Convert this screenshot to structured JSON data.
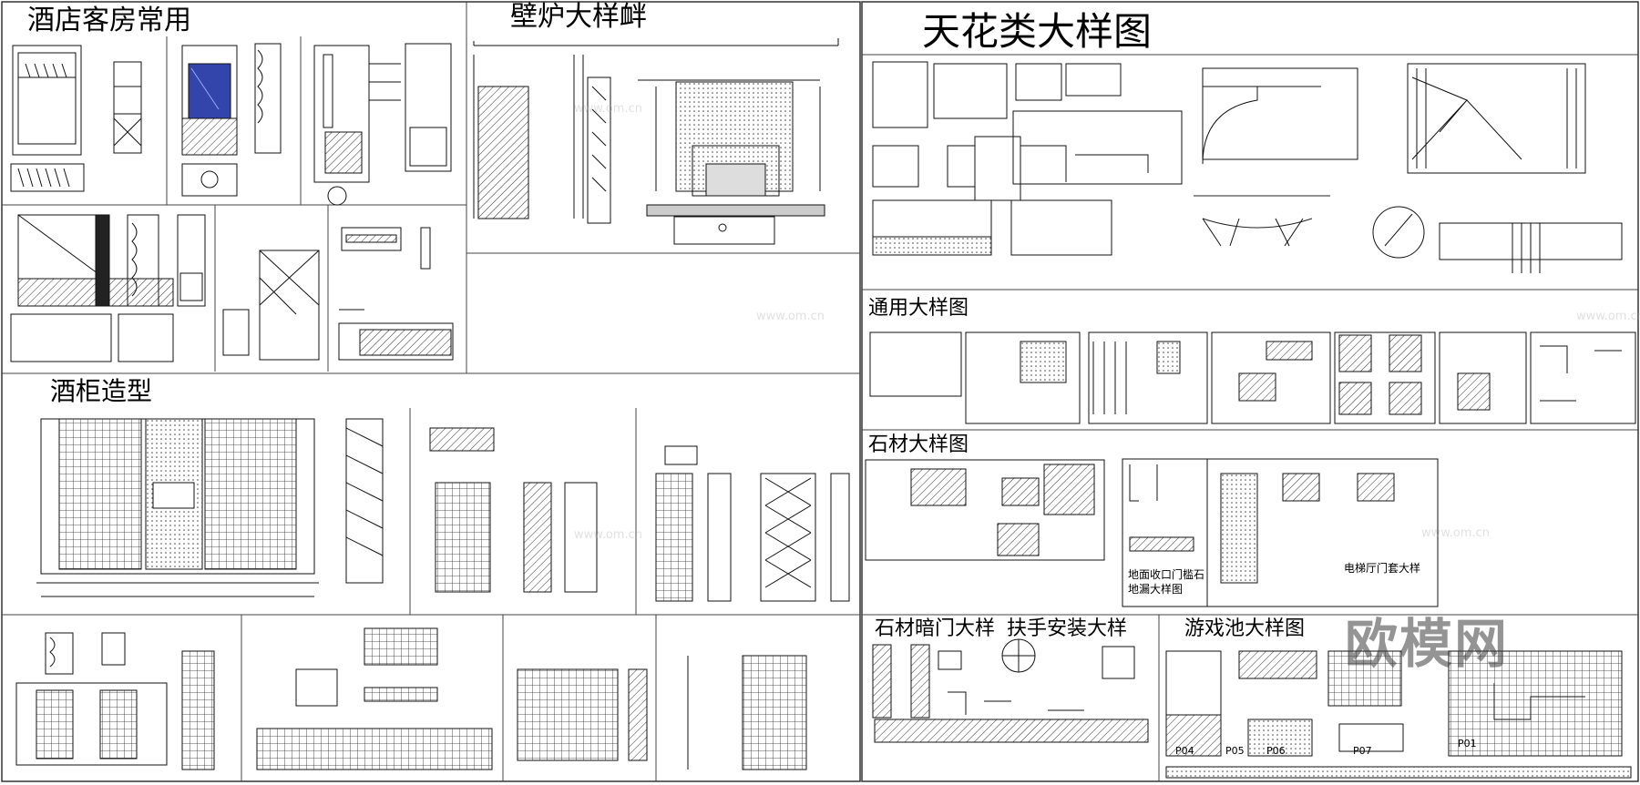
{
  "sections": {
    "hotel_room": "酒店客房常用",
    "fireplace": "壁炉大样衅",
    "ceiling": "天花类大样图",
    "general": "通用大样图",
    "stone": "石材大样图",
    "wine_cabinet": "酒柜造型",
    "stone_hidden_door": "石材暗门大样",
    "handrail": "扶手安装大样",
    "game_pool": "游戏池大样图"
  },
  "notes": {
    "floor_threshold": "地面收口门槛石",
    "floor_drain": "地漏大样图",
    "elevator_door": "电梯厅门套大样"
  },
  "pool_marks": [
    "P04",
    "P05",
    "P06",
    "P07",
    "P01"
  ],
  "watermark": {
    "logo": "欧模网",
    "url": "www.om.cn"
  }
}
